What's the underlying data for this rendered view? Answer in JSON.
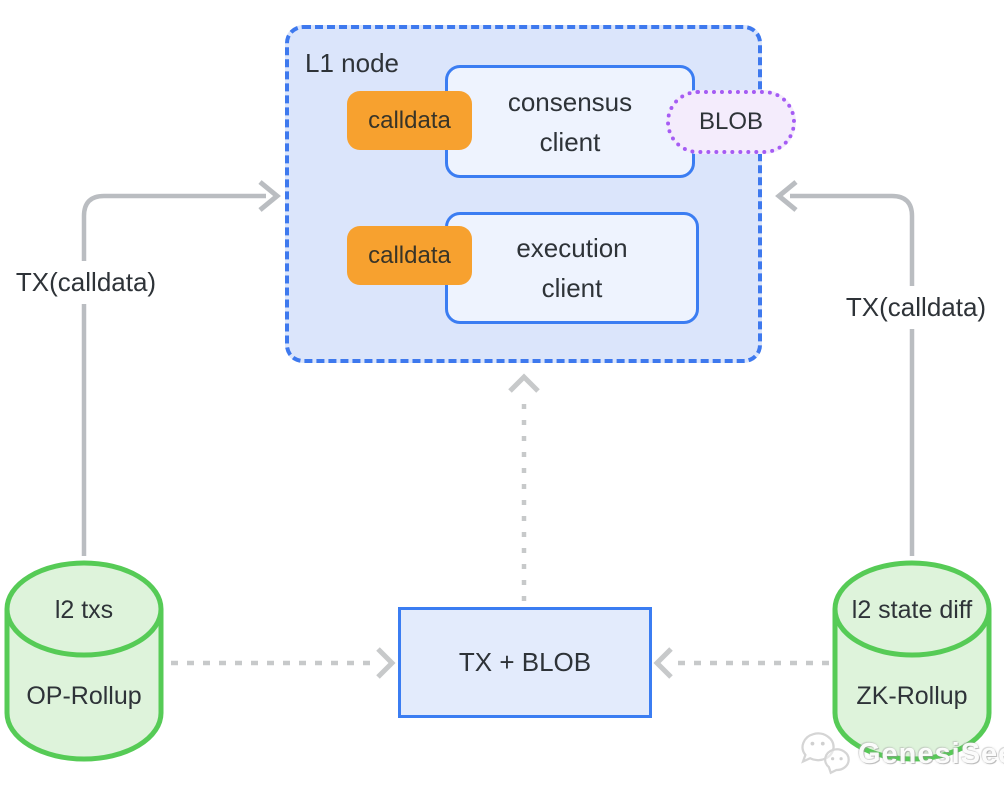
{
  "l1_node": {
    "label": "L1 node",
    "consensus_client_label": "consensus client",
    "execution_client_label": "execution client",
    "calldata_top": "calldata",
    "calldata_bottom": "calldata",
    "blob_label": "BLOB"
  },
  "arrows": {
    "left_label": "TX(calldata)",
    "right_label": "TX(calldata)"
  },
  "mempool_box": {
    "label": "TX + BLOB"
  },
  "op_rollup": {
    "data_label": "l2 txs",
    "name": "OP-Rollup"
  },
  "zk_rollup": {
    "data_label": "l2 state diff",
    "name": "ZK-Rollup"
  },
  "watermark": {
    "label": "GenesiSee"
  },
  "colors": {
    "blue_border": "#3e79ee",
    "client_border": "#3b7df2",
    "l1_fill": "#dbe5fb",
    "client_fill": "#eef3fe",
    "txblob_fill": "#e3ebfc",
    "orange": "#f7a12f",
    "green_border": "#56cb56",
    "green_fill": "#def3db",
    "purple_border": "#a55cf4",
    "purple_fill": "#f4ecfc",
    "arrow_gray": "#babdc1",
    "dash_gray": "#c7c9ca",
    "text_dark": "#2e3338"
  }
}
